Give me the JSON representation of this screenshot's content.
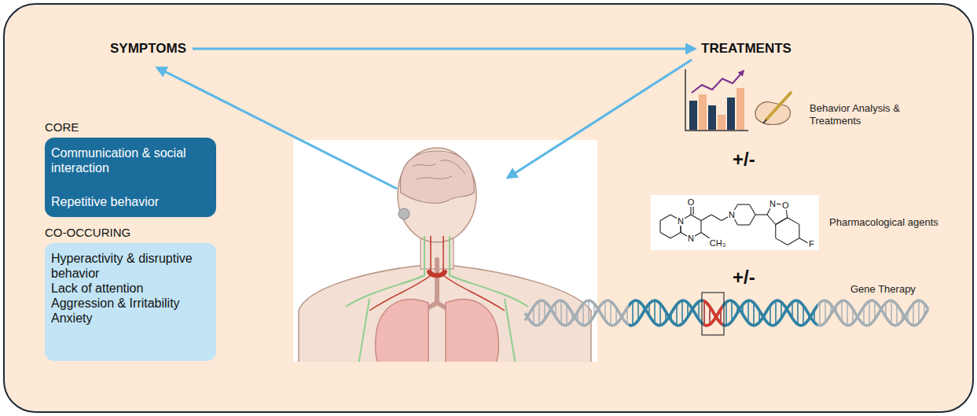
{
  "diagram": {
    "nodes": [
      {
        "text": [
          "SYMPTOMS"
        ]
      },
      {
        "text": [
          "CORE",
          "Communication & social interaction",
          "Repetitive behavior"
        ]
      },
      {
        "text": [
          "CO-OCCURING",
          "Hyperactivity & disruptive behavior",
          "Lack of attention",
          "Aggression & Irritability",
          "Anxiety"
        ]
      },
      {
        "text": [
          "TREATMENTS"
        ]
      }
    ],
    "edges": [
      {
        "from": 0,
        "to": 3,
        "arrow": "to"
      }
    ],
    "labels": [
      "Behavior Analysis & Treatments",
      "+/-",
      "O",
      "N",
      "N",
      "CH₃",
      "N",
      "N",
      "O",
      "F",
      "Pharmacological agents",
      "+/-",
      "Gene Therapy"
    ]
  }
}
